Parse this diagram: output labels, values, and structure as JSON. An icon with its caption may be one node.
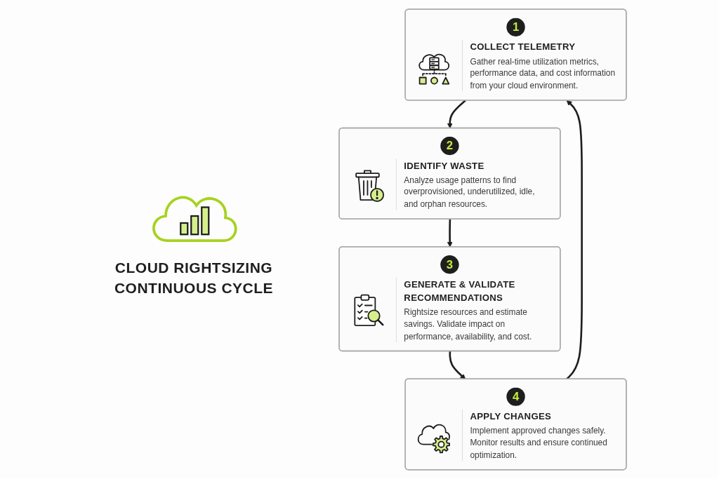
{
  "diagram": {
    "title": "CLOUD RIGHTSIZING CONTINUOUS CYCLE",
    "nodes": [
      {
        "text": [
          "1",
          "COLLECT TELEMETRY",
          "Gather real-time utilization metrics, performance data, and cost information from your cloud environment."
        ]
      },
      {
        "text": [
          "2",
          "IDENTIFY WASTE",
          "Analyze usage patterns to find overprovisioned, underutilized, idle, and orphan resources."
        ]
      },
      {
        "text": [
          "3",
          "GENERATE & VALIDATE RECOMMENDATIONS",
          "Rightsize resources and estimate savings. Validate impact on performance, availability, and cost."
        ]
      },
      {
        "text": [
          "4",
          "APPLY CHANGES",
          "Implement approved changes safely. Monitor results and ensure continued optimization."
        ]
      }
    ],
    "edges": [
      {
        "from": 0,
        "to": 1,
        "arrow": "to"
      },
      {
        "from": 1,
        "to": 2,
        "arrow": "to"
      },
      {
        "from": 2,
        "to": 3,
        "arrow": "to"
      },
      {
        "from": 3,
        "to": 0,
        "arrow": "to"
      }
    ]
  }
}
